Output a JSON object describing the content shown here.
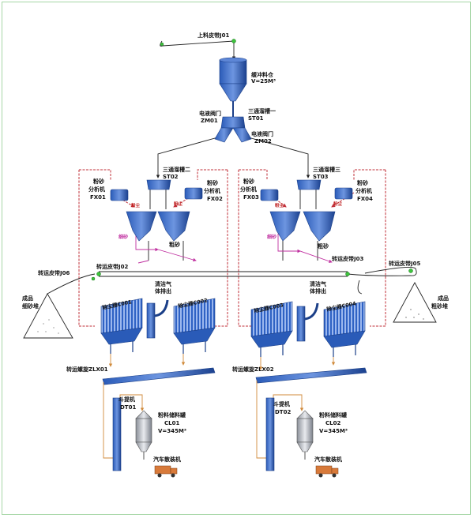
{
  "colors": {
    "equipment": "#1f4fa8",
    "equipment_light": "#5d86d6",
    "red_line": "#c0303a",
    "pink_line": "#c030a0",
    "orange_line": "#d08a3a",
    "black_line": "#222222",
    "conveyor_dot": "#3cc43c"
  },
  "labels": {
    "feed_conveyor": "上料皮带J01",
    "buffer_bin": "缓冲料仓",
    "buffer_volume": "V=25M³",
    "valve_left": "电液阀门",
    "valve_left_id": "ZM01",
    "three_way_1": "三通溜槽一",
    "three_way_1_id": "ST01",
    "valve_right": "电液阀门",
    "valve_right_id": "ZM02",
    "three_way_2": "三通溜槽二",
    "three_way_2_id": "ST02",
    "three_way_3": "三通溜槽三",
    "three_way_3_id": "ST03",
    "classifier_fx01_a": "粉砂",
    "classifier_fx01_b": "分析机",
    "classifier_fx01_id": "FX01",
    "classifier_fx02_a": "粉砂",
    "classifier_fx02_b": "分析机",
    "classifier_fx02_id": "FX02",
    "classifier_fx03_a": "粉砂",
    "classifier_fx03_b": "分析机",
    "classifier_fx03_id": "FX03",
    "classifier_fx04_a": "粉砂",
    "classifier_fx04_b": "分析机",
    "classifier_fx04_id": "FX04",
    "coarse_left": "粗砂",
    "coarse_right": "粗砂",
    "fine_left": "细砂",
    "fine_right": "细砂",
    "powder_tag_1": "粉尘",
    "powder_tag_2": "粉尘",
    "powder_tag_3": "粉尘",
    "powder_tag_4": "粉尘",
    "transfer_j02": "转运皮带J02",
    "transfer_j03": "转运皮带J03",
    "transfer_j05": "转运皮带J05",
    "transfer_j06": "转运皮带J06",
    "clean_gas_left_1": "清洁气",
    "clean_gas_left_2": "体排出",
    "clean_gas_right_1": "清洁气",
    "clean_gas_right_2": "体排出",
    "dust_c001": "除尘器C001",
    "dust_c002": "除尘器C002",
    "dust_c003": "除尘器C003",
    "dust_c004": "除尘器C004",
    "product_fine_1": "成品",
    "product_fine_2": "细砂堆",
    "product_coarse_1": "成品",
    "product_coarse_2": "粗砂堆",
    "screw_zlx01": "转运螺旋ZLX01",
    "screw_zlx02": "转运螺旋ZLX02",
    "elevator_dt01_a": "斗提机",
    "elevator_dt01_id": "DT01",
    "elevator_dt02_a": "斗提机",
    "elevator_dt02_id": "DT02",
    "silo_cl01_a": "粉料储料罐",
    "silo_cl01_id": "CL01",
    "silo_cl01_vol": "V=345M³",
    "silo_cl02_a": "粉料储料罐",
    "silo_cl02_id": "CL02",
    "silo_cl02_vol": "V=345M³",
    "loader_left": "汽车散装机",
    "loader_right": "汽车散装机"
  }
}
